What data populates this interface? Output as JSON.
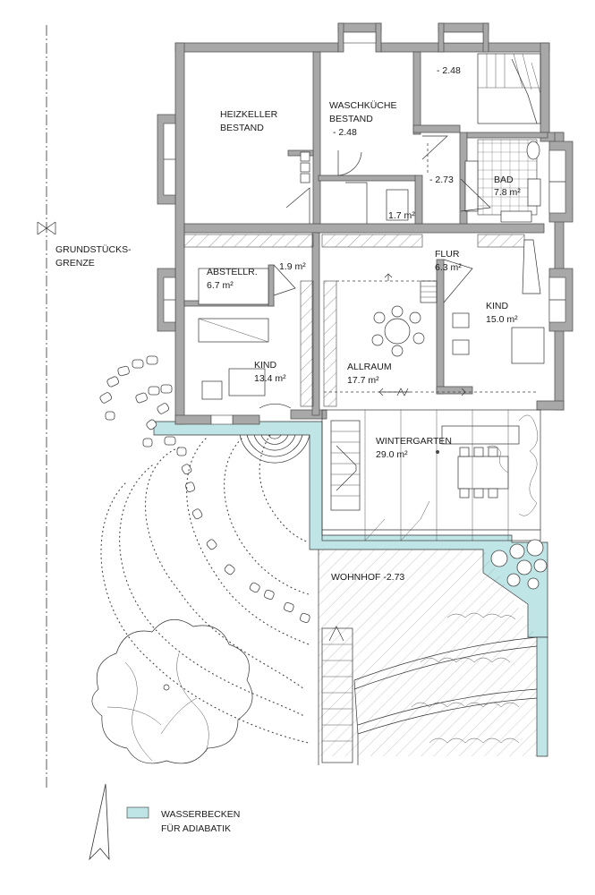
{
  "rooms": {
    "heizkeller": [
      "HEIZKELLER",
      "BESTAND"
    ],
    "waschkueche": [
      "WASCHKÜCHE",
      "BESTAND",
      "- 2.48"
    ],
    "stair_level": "- 2.48",
    "level_273": "- 2.73",
    "bad": [
      "BAD",
      "7.8 m²"
    ],
    "small_room": "1.7 m²",
    "flur": [
      "FLUR",
      "6.3 m²"
    ],
    "abstellr": [
      "ABSTELLR.",
      "6.7 m²"
    ],
    "area_19": "1.9 m²",
    "kind_right": [
      "KIND",
      "15.0 m²"
    ],
    "allraum": [
      "ALLRAUM",
      "17.7 m²"
    ],
    "kind_left": [
      "KIND",
      "13.4 m²"
    ],
    "wintergarten": [
      "WINTERGARTEN",
      "29.0 m²"
    ],
    "wohnhof": "WOHNHOF -2.73"
  },
  "boundary_label": [
    "GRUNDSTÜCKS-",
    "GRENZE"
  ],
  "legend": {
    "label": [
      "WASSERBECKEN",
      "FÜR ADIABATIK"
    ],
    "color": "#bfe5e6"
  },
  "colors": {
    "wall": "#a8a8a8",
    "water": "#bfe5e6"
  }
}
